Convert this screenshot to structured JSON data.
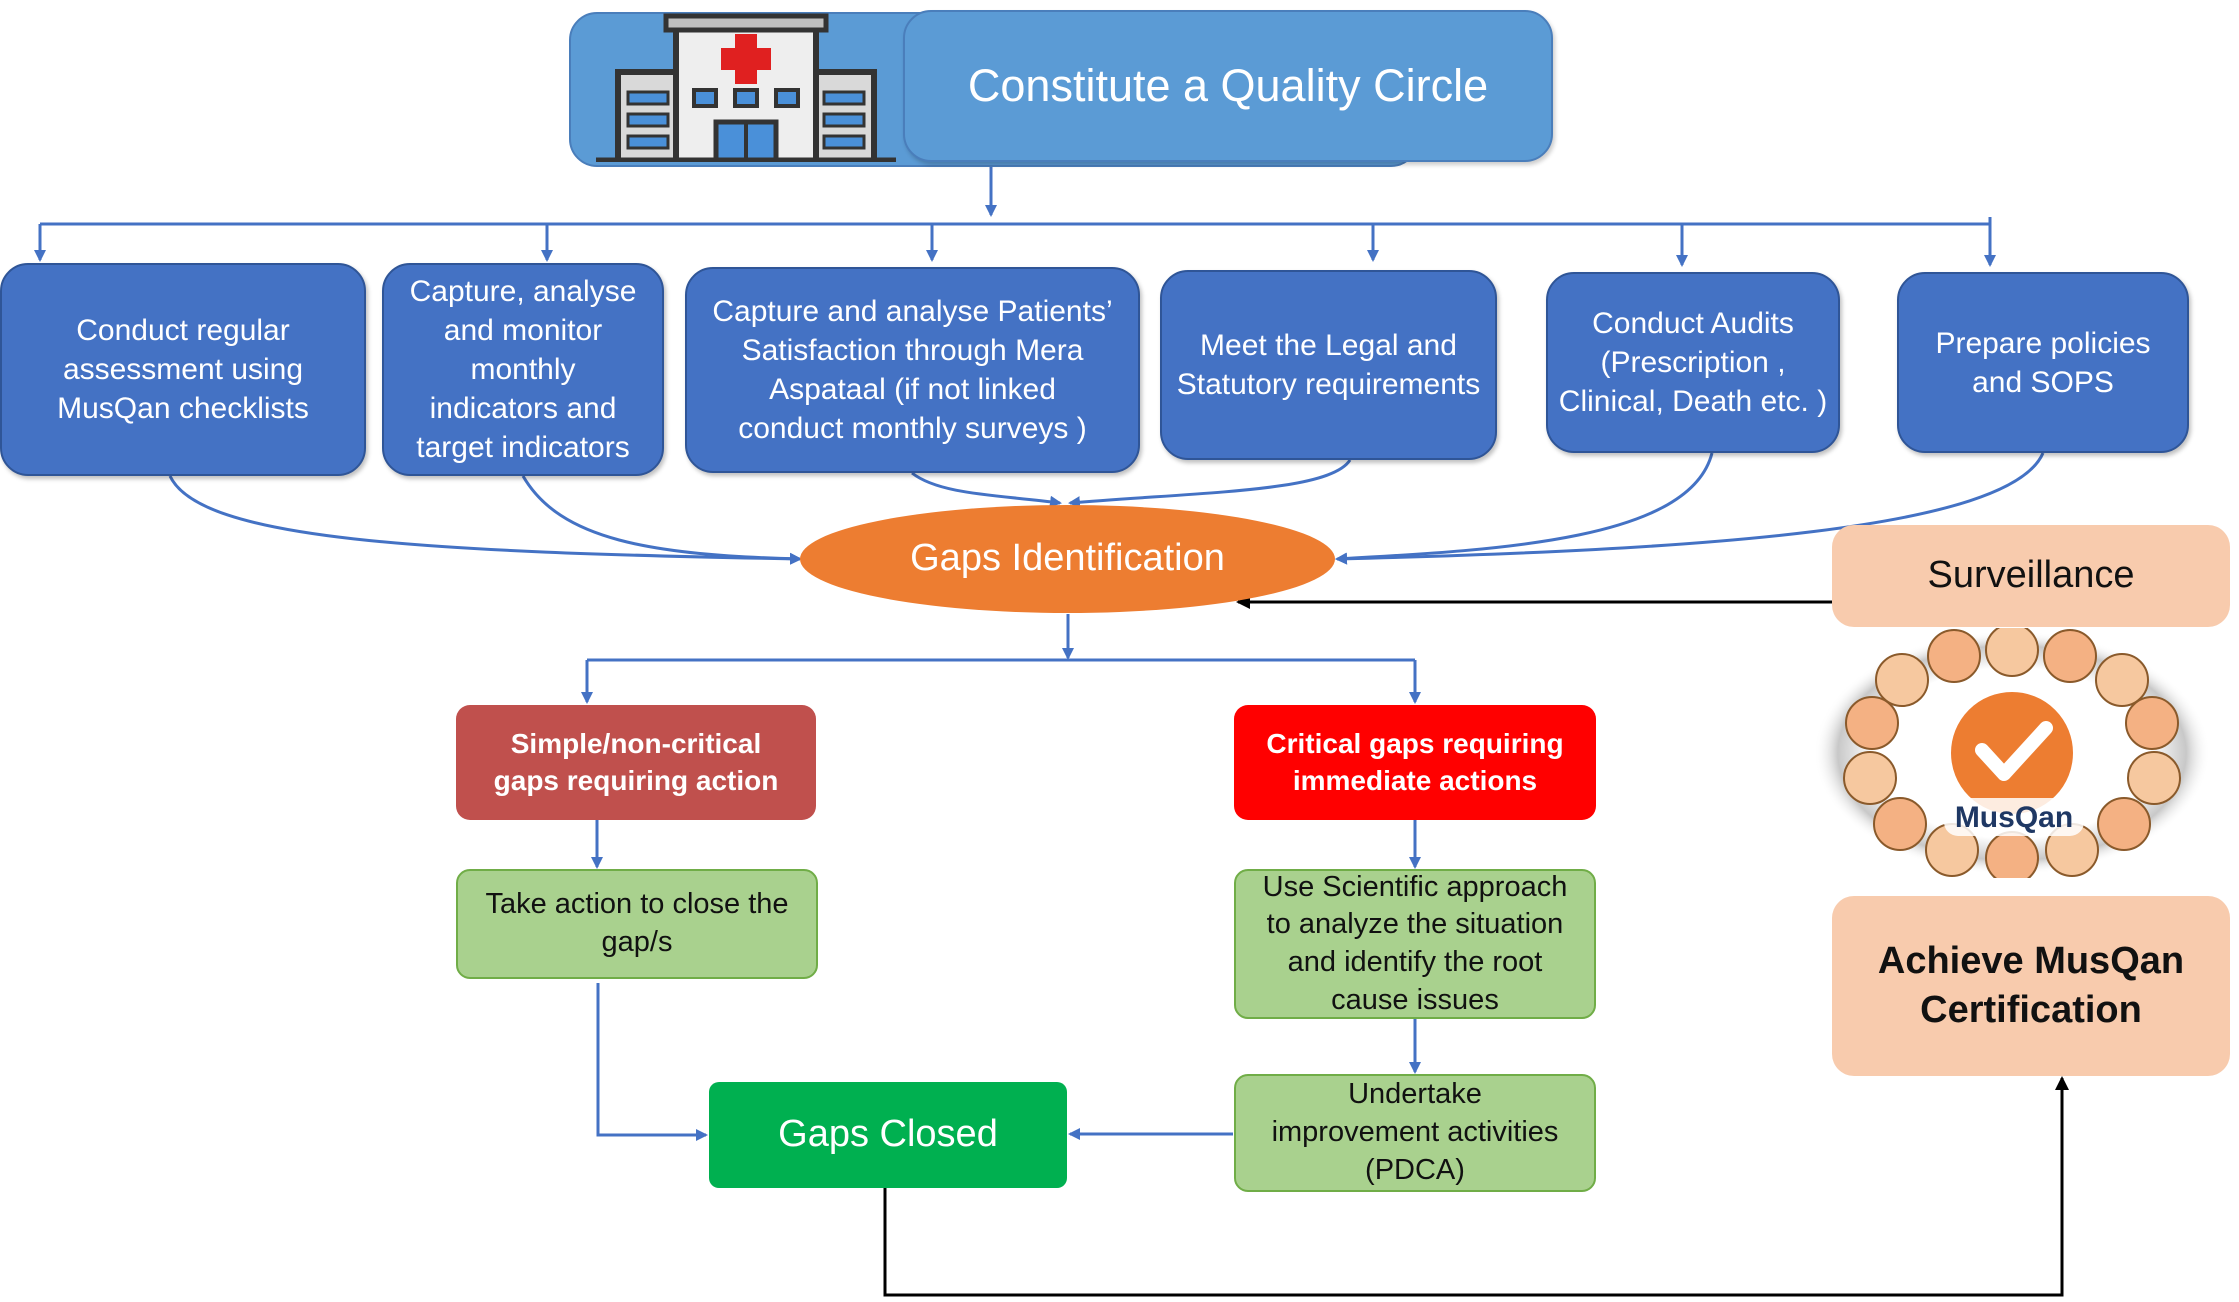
{
  "title": "Constitute a Quality Circle",
  "steps": [
    "Conduct regular\nassessment using\nMusQan checklists",
    "Capture, analyse\nand monitor\nmonthly\nindicators and\ntarget indicators",
    "Capture and analyse Patients’\nSatisfaction through Mera\nAspataal (if not linked\nconduct monthly surveys )",
    "Meet the Legal and\nStatutory requirements",
    "Conduct Audits\n(Prescription ,\nClinical, Death etc. )",
    "Prepare policies\nand SOPS"
  ],
  "gaps_identification": "Gaps Identification",
  "surveillance": "Surveillance",
  "simple_gaps": "Simple/non-critical\ngaps requiring action",
  "critical_gaps": "Critical gaps requiring\nimmediate actions",
  "take_action": "Take action to close the\ngap/s",
  "scientific_approach": "Use Scientific approach\nto analyze the situation\nand  identify the root\ncause issues",
  "improvement": "Undertake\nimprovement activities\n(PDCA)",
  "gaps_closed": "Gaps Closed",
  "certification": "Achieve MusQan\nCertification",
  "logo_text": "MusQan",
  "icons": [
    "hospital-icon",
    "musqan-logo"
  ],
  "colors": {
    "blue": "#4472c4",
    "title_blue": "#5b9bd5",
    "orange": "#ed7d31",
    "simple_red": "#c0504d",
    "critical_red": "#ff0000",
    "light_green": "#a9d18e",
    "green": "#00b050",
    "peach": "#f8cbad"
  }
}
